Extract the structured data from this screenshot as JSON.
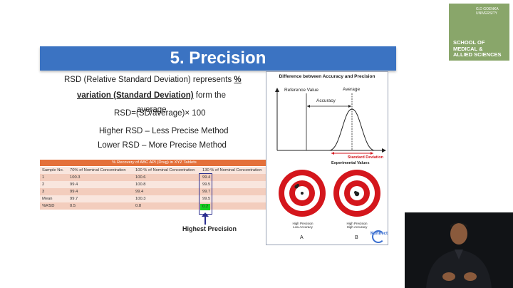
{
  "slide": {
    "title": "5. Precision",
    "line1_prefix": "RSD  (Relative Standard Deviation) represents ",
    "line1_percent": "%",
    "line2_underlined": "variation (Standard Deviation)",
    "line2_suffix": " form the",
    "formula": "RSD=(SD/average)× 100",
    "formula_overlap": "average",
    "higher_rsd": "Higher RSD – Less Precise Method",
    "lower_rsd": "Lower RSD – More Precise Method"
  },
  "table": {
    "title": "% Recovery of ABC API (Drug) in XYZ Tablets",
    "headers": [
      "Sample No.",
      "70% of Nominal Concentration",
      "100 % of Nominal Concentration",
      "130 % of Nominal Concentration"
    ],
    "rows": [
      [
        "1",
        "100.3",
        "100.6",
        "99.4"
      ],
      [
        "2",
        "99.4",
        "100.8",
        "99.5"
      ],
      [
        "3",
        "99.4",
        "99.4",
        "99.7"
      ],
      [
        "Mean",
        "99.7",
        "100.3",
        "99.5"
      ],
      [
        "%RSD",
        "0.5",
        "0.8",
        "0.2"
      ]
    ],
    "highlight_label": "Highest Precision"
  },
  "diagram": {
    "title": "Difference between Accuracy and Precision",
    "reference_value": "Reference Value",
    "average": "Average",
    "accuracy": "Accuracy",
    "standard_deviation": "Standard Deviation",
    "experimental_values": "Experimental Values",
    "target_a_caption_1": "High Precision",
    "target_a_caption_2": "Low Accuracy",
    "target_b_caption_1": "High Precision",
    "target_b_caption_2": "High Accuracy",
    "label_a": "A",
    "label_b": "B",
    "brand": "Konnect"
  },
  "logo": {
    "line1": "SCHOOL OF",
    "line2": "MEDICAL &",
    "line3": "ALLIED SCIENCES",
    "mark": "G.D GOENKA UNIVERSITY"
  },
  "colors": {
    "title_bar": "#3b73c2",
    "table_header": "#e4703a",
    "row_even": "#f3cdbd",
    "row_odd": "#f9e6de",
    "highlight_border": "#2b2f8f",
    "green": "#19d11f",
    "target_red": "#d4161c",
    "sd_red": "#d4161c",
    "logo_bg": "#89a66a"
  }
}
